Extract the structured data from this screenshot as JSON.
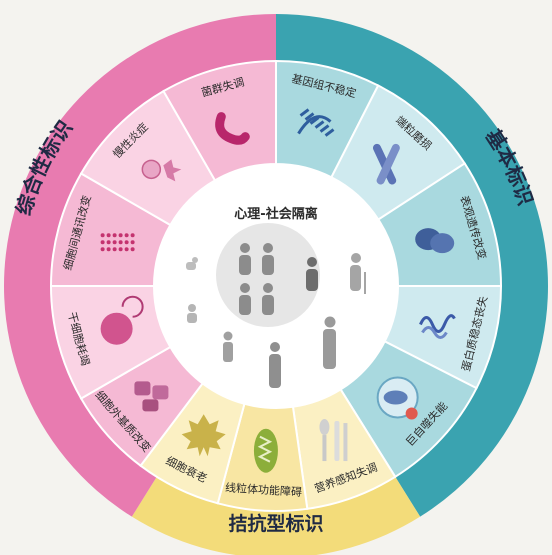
{
  "center": {
    "title": "心理-社会隔离"
  },
  "groups": {
    "primary": {
      "title": "基本标识",
      "color": "#3aa3b0"
    },
    "antagonistic": {
      "title": "拮抗型标识",
      "color": "#f3dc7a"
    },
    "integrative": {
      "title": "综合性标识",
      "color": "#e87bb0"
    }
  },
  "hallmarks": {
    "genome": "基因组不稳定",
    "telomere": "端粒磨损",
    "epigenetic": "表观遗传改变",
    "proteostasis": "蛋白质稳态丧失",
    "autophagy": "巨自噬失能",
    "nutrient": "营养感知失调",
    "mito": "线粒体功能障碍",
    "senescence": "细胞衰老",
    "ecm": "细胞外基质改变",
    "stem": "干细胞耗竭",
    "communication": "细胞间通讯改变",
    "inflammation": "慢性炎症",
    "dysbiosis": "菌群失调"
  }
}
